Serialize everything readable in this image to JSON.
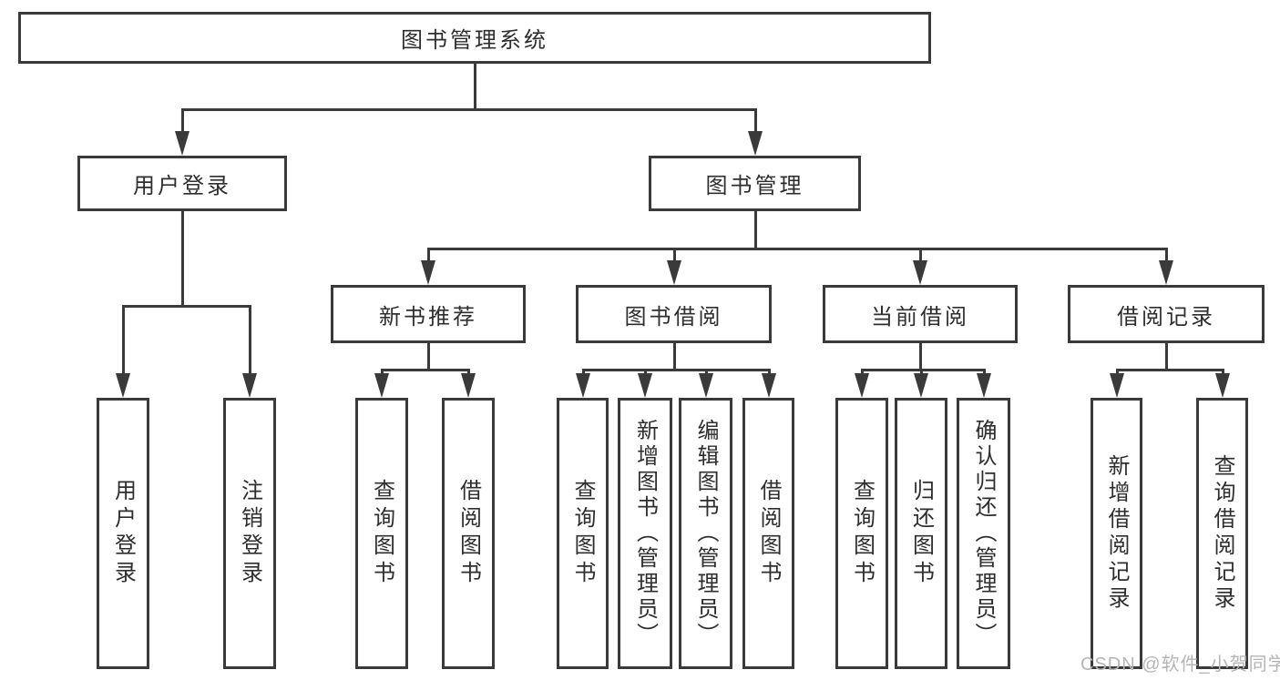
{
  "diagram_title": "图书管理系统",
  "nodes": {
    "root": {
      "label": "图书管理系统"
    },
    "user_login": {
      "label": "用户登录"
    },
    "book_mgmt": {
      "label": "图书管理"
    },
    "login_v": {
      "label": "用户登录"
    },
    "logout_v": {
      "label": "注销登录"
    },
    "new_book_rec": {
      "label": "新书推荐"
    },
    "book_borrow": {
      "label": "图书借阅"
    },
    "current_borrow": {
      "label": "当前借阅"
    },
    "borrow_record": {
      "label": "借阅记录"
    },
    "query_book_rec": {
      "label": "查询图书"
    },
    "borrow_book_rec": {
      "label": "借阅图书"
    },
    "query_book_borrow": {
      "label": "查询图书"
    },
    "add_book_admin": {
      "label": "新增图书（管理员）"
    },
    "edit_book_admin": {
      "label": "编辑图书（管理员）"
    },
    "borrow_book_borrow": {
      "label": "借阅图书"
    },
    "query_book_current": {
      "label": "查询图书"
    },
    "return_book": {
      "label": "归还图书"
    },
    "confirm_return_admin": {
      "label": "确认归还（管理员）"
    },
    "add_borrow_record": {
      "label": "新增借阅记录"
    },
    "query_borrow_record": {
      "label": "查询借阅记录"
    }
  },
  "hierarchy": {
    "图书管理系统": {
      "用户登录": [
        "用户登录",
        "注销登录"
      ],
      "图书管理": {
        "新书推荐": [
          "查询图书",
          "借阅图书"
        ],
        "图书借阅": [
          "查询图书",
          "新增图书（管理员）",
          "编辑图书（管理员）",
          "借阅图书"
        ],
        "当前借阅": [
          "查询图书",
          "归还图书",
          "确认归还（管理员）"
        ],
        "借阅记录": [
          "新增借阅记录",
          "查询借阅记录"
        ]
      }
    }
  },
  "watermark": {
    "text": "CSDN @软件_小贺同学"
  },
  "colors": {
    "line": "#3a3a3a",
    "text": "#2e2e2e",
    "box_background": "#ffffff",
    "page_background": "#ffffff",
    "watermark": "#b5b5b5"
  }
}
